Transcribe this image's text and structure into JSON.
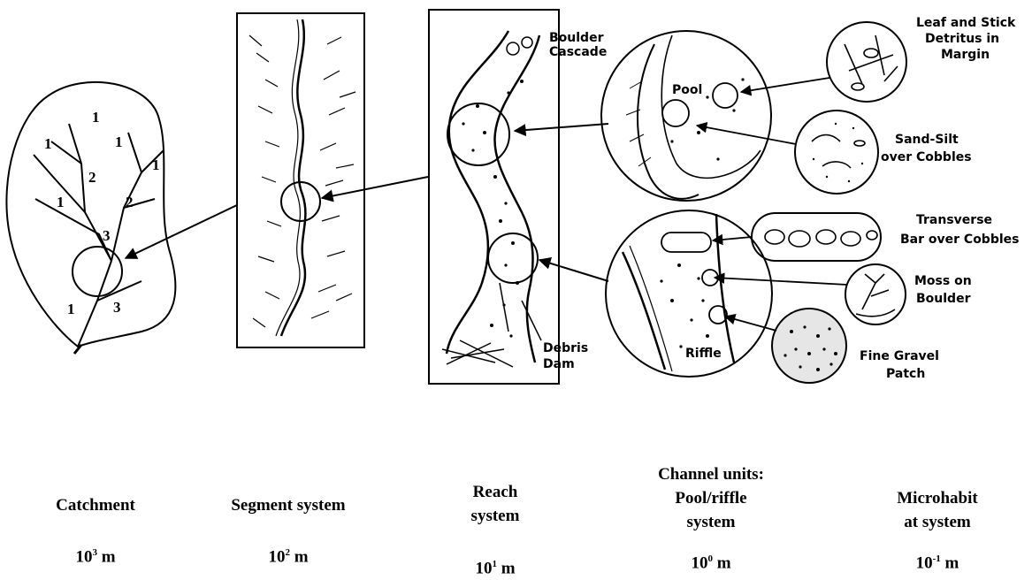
{
  "stream_orders": [
    "1",
    "1",
    "1",
    "1",
    "2",
    "1",
    "2",
    "3",
    "1",
    "3"
  ],
  "reach_labels": {
    "top": [
      "Boulder",
      "Cascade"
    ],
    "bottom": [
      "Debris",
      "Dam"
    ]
  },
  "pool_label": "Pool",
  "riffle_label": "Riffle",
  "micro_labels": {
    "leaf": [
      "Leaf and Stick",
      "Detritus in",
      "Margin"
    ],
    "sand": [
      "Sand-Silt",
      "over Cobbles"
    ],
    "bar": [
      "Transverse",
      "Bar over Cobbles"
    ],
    "moss": [
      "Moss on",
      "Boulder"
    ],
    "gravel": [
      "Fine Gravel",
      "Patch"
    ]
  },
  "levels": [
    {
      "name_lines": [
        "Catchment"
      ],
      "scale_base": "10",
      "scale_exp": "3",
      "scale_unit": "m"
    },
    {
      "name_lines": [
        "Segment system"
      ],
      "scale_base": "10",
      "scale_exp": "2",
      "scale_unit": "m"
    },
    {
      "name_lines": [
        "Reach",
        "system"
      ],
      "scale_base": "10",
      "scale_exp": "1",
      "scale_unit": "m"
    },
    {
      "name_lines": [
        "Channel units:",
        "Pool/riffle",
        "system"
      ],
      "scale_base": "10",
      "scale_exp": "0",
      "scale_unit": "m"
    },
    {
      "name_lines": [
        "Microhabit",
        "at system"
      ],
      "scale_base": "10",
      "scale_exp": "-1",
      "scale_unit": "m"
    }
  ]
}
